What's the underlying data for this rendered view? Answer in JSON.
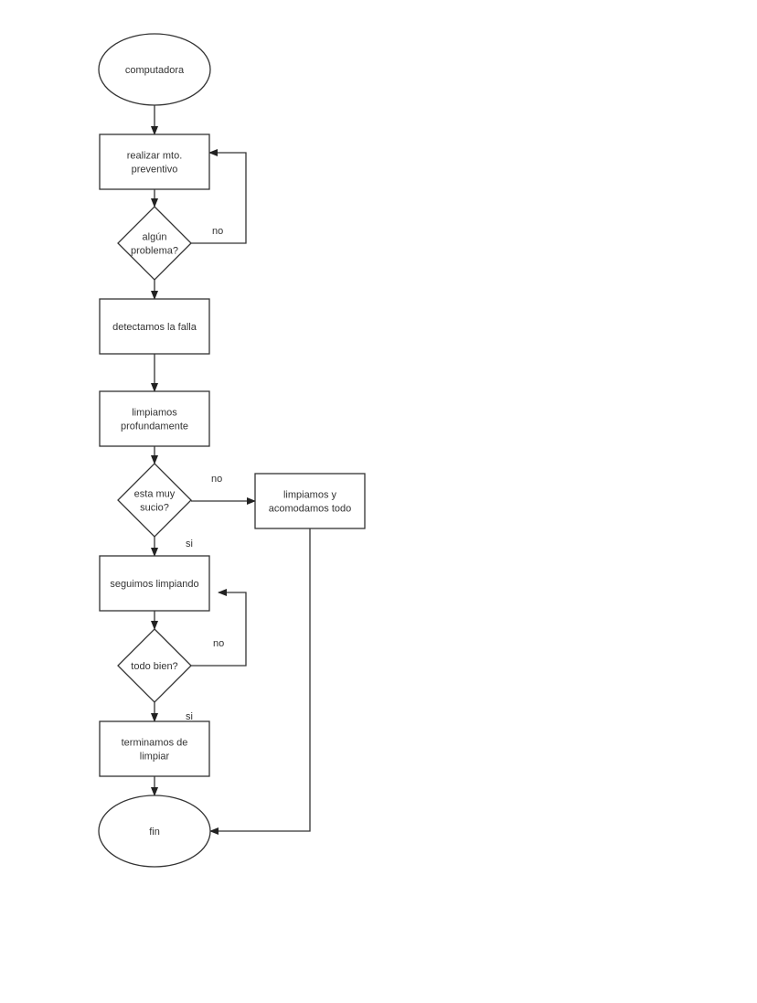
{
  "diagram": {
    "type": "flowchart",
    "nodes": [
      {
        "id": "start",
        "shape": "ellipse",
        "lines": [
          "computadora"
        ]
      },
      {
        "id": "mto",
        "shape": "rect",
        "lines": [
          "realizar mto.",
          "preventivo"
        ]
      },
      {
        "id": "problema",
        "shape": "diamond",
        "lines": [
          "algún",
          "problema?"
        ]
      },
      {
        "id": "falla",
        "shape": "rect",
        "lines": [
          "detectamos la falla"
        ]
      },
      {
        "id": "profundo",
        "shape": "rect",
        "lines": [
          "limpiamos",
          "profundamente"
        ]
      },
      {
        "id": "sucio",
        "shape": "diamond",
        "lines": [
          "esta muy",
          "sucio?"
        ]
      },
      {
        "id": "acomodamos",
        "shape": "rect",
        "lines": [
          "limpiamos y",
          "acomodamos todo"
        ]
      },
      {
        "id": "seguimos",
        "shape": "rect",
        "lines": [
          "seguimos limpiando"
        ]
      },
      {
        "id": "bien",
        "shape": "diamond",
        "lines": [
          "todo bien?"
        ]
      },
      {
        "id": "terminamos",
        "shape": "rect",
        "lines": [
          "terminamos de",
          "limpiar"
        ]
      },
      {
        "id": "fin",
        "shape": "ellipse",
        "lines": [
          "fin"
        ]
      }
    ],
    "edges": [
      {
        "from": "start",
        "to": "mto",
        "label": ""
      },
      {
        "from": "mto",
        "to": "problema",
        "label": ""
      },
      {
        "from": "problema",
        "to": "mto",
        "label": "no"
      },
      {
        "from": "problema",
        "to": "falla",
        "label": ""
      },
      {
        "from": "falla",
        "to": "profundo",
        "label": ""
      },
      {
        "from": "profundo",
        "to": "sucio",
        "label": ""
      },
      {
        "from": "sucio",
        "to": "acomodamos",
        "label": "no"
      },
      {
        "from": "sucio",
        "to": "seguimos",
        "label": "si"
      },
      {
        "from": "seguimos",
        "to": "bien",
        "label": ""
      },
      {
        "from": "bien",
        "to": "seguimos",
        "label": "no"
      },
      {
        "from": "bien",
        "to": "terminamos",
        "label": "si"
      },
      {
        "from": "terminamos",
        "to": "fin",
        "label": ""
      },
      {
        "from": "acomodamos",
        "to": "fin",
        "label": ""
      }
    ]
  }
}
